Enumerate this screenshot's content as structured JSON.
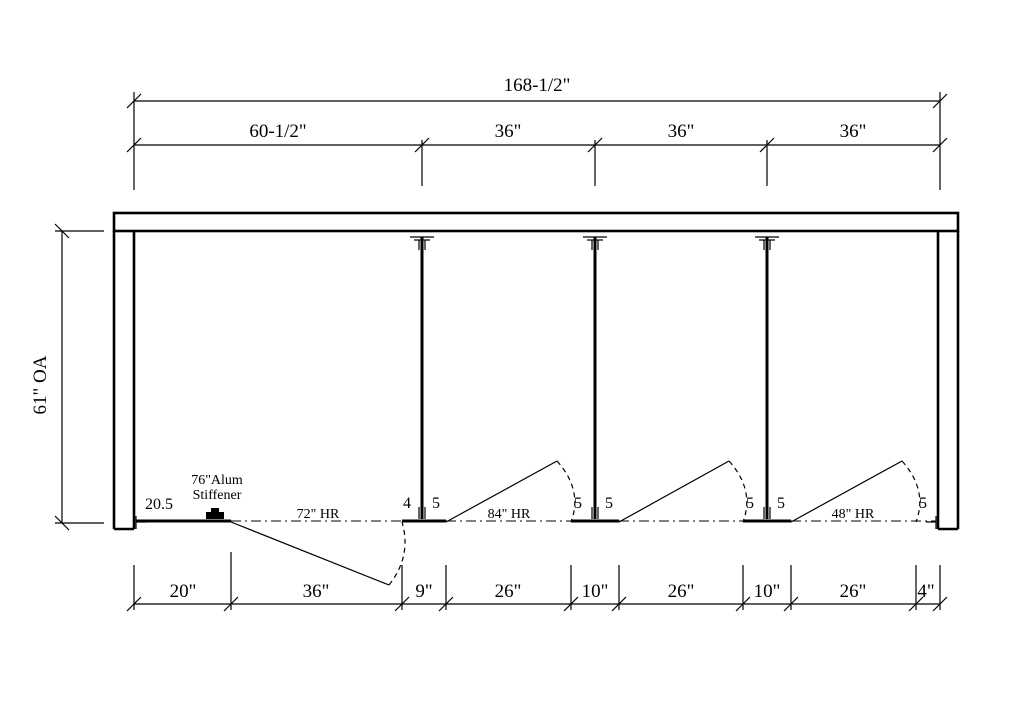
{
  "dimensions": {
    "overall_top": "168-1/2\"",
    "top": [
      "60-1/2\"",
      "36\"",
      "36\"",
      "36\""
    ],
    "depth": "61\" OA",
    "bottom": [
      "20\"",
      "36\"",
      "9\"",
      "26\"",
      "10\"",
      "26\"",
      "10\"",
      "26\"",
      "4\""
    ]
  },
  "labels": {
    "stiffener_line1": "76\"Alum",
    "stiffener_line2": "Stiffener",
    "wall_offset": "20.5",
    "hr1": "72\" HR",
    "hr2": "84\" HR",
    "hr3": "48\" HR",
    "gaps": [
      "4",
      "5",
      "5",
      "5",
      "5",
      "5",
      "5"
    ]
  }
}
